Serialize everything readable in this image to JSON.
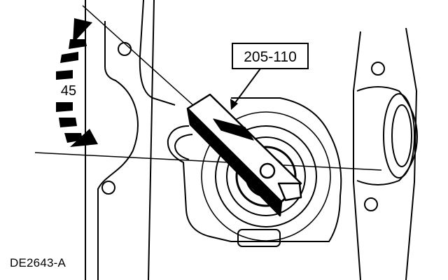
{
  "diagram": {
    "tool_callout": "205-110",
    "angle_label": "45",
    "figure_id": "DE2643-A"
  },
  "colors": {
    "ink": "#000000",
    "paper": "#ffffff"
  }
}
